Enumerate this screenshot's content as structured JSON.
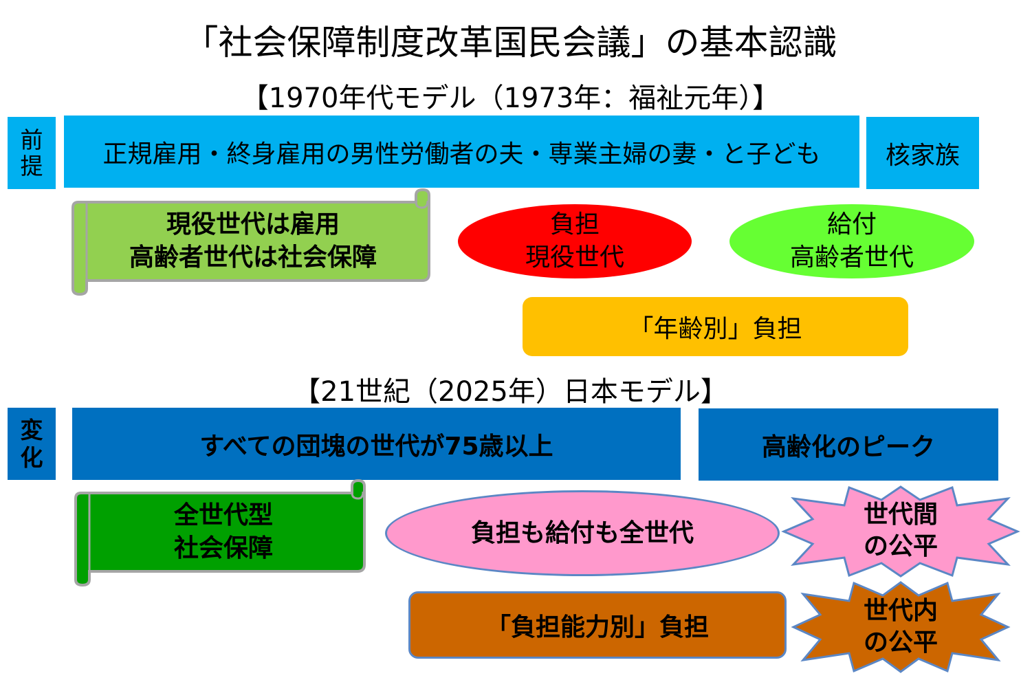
{
  "title": "「社会保障制度改革国民会議」の基本認識",
  "model_1970": {
    "heading": "【1970年代モデル（1973年：福祉元年）】",
    "side_label": [
      "前",
      "提"
    ],
    "bar_main": "正規雇用・終身雇用の男性労働者の夫・専業主婦の妻・と子ども",
    "bar_side": "核家族",
    "scroll": [
      "現役世代は雇用",
      "高齢者世代は社会保障"
    ],
    "burden": [
      "負担",
      "現役世代"
    ],
    "benefit": [
      "給付",
      "高齢者世代"
    ],
    "age_burden": "「年齢別」負担"
  },
  "model_2025": {
    "heading": "【21世紀（2025年）日本モデル】",
    "side_label": [
      "変",
      "化"
    ],
    "bar_main": "すべての団塊の世代が75歳以上",
    "bar_side": "高齢化のピーク",
    "scroll": [
      "全世代型",
      "社会保障"
    ],
    "all_gen": "負担も給付も全世代",
    "ability_burden": "「負担能力別」負担",
    "star_between": [
      "世代間",
      "の公平"
    ],
    "star_within": [
      "世代内",
      "の公平"
    ]
  },
  "colors": {
    "cyan": "#00b0f0",
    "blue": "#0070c0",
    "light_green": "#92d050",
    "red": "#ff0000",
    "bright_green": "#66ff33",
    "yellow": "#ffc000",
    "green": "#00a000",
    "pink": "#ff99cc",
    "orange": "#cc6600"
  }
}
